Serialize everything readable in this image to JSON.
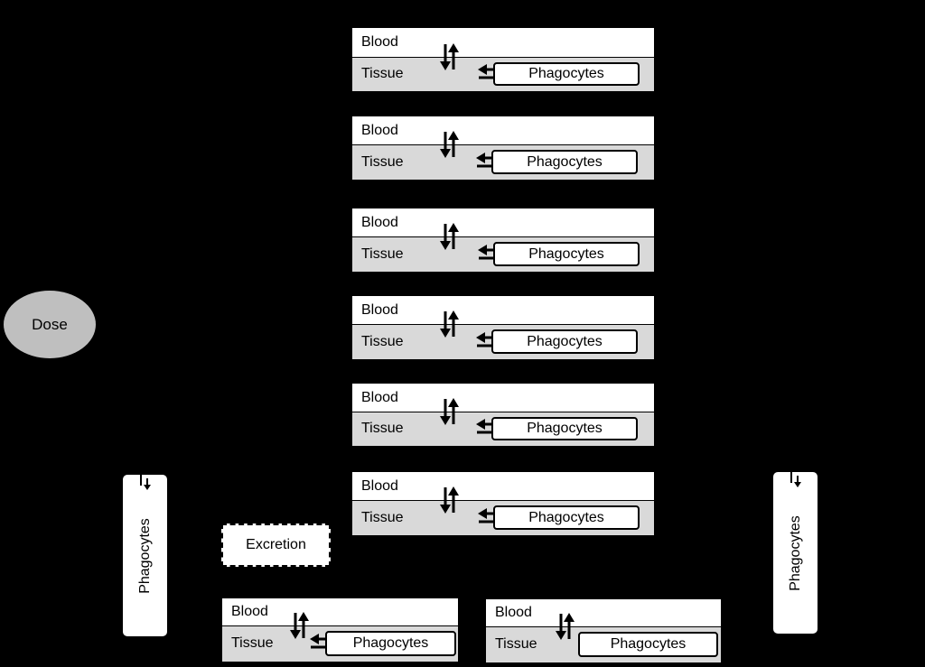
{
  "dose": {
    "label": "Dose"
  },
  "excretion": {
    "label": "Excretion"
  },
  "compartments": [
    {
      "blood": "Blood",
      "tissue": "Tissue",
      "phagocytes": "Phagocytes"
    },
    {
      "blood": "Blood",
      "tissue": "Tissue",
      "phagocytes": "Phagocytes"
    },
    {
      "blood": "Blood",
      "tissue": "Tissue",
      "phagocytes": "Phagocytes"
    },
    {
      "blood": "Blood",
      "tissue": "Tissue",
      "phagocytes": "Phagocytes"
    },
    {
      "blood": "Blood",
      "tissue": "Tissue",
      "phagocytes": "Phagocytes"
    },
    {
      "blood": "Blood",
      "tissue": "Tissue",
      "phagocytes": "Phagocytes"
    },
    {
      "blood": "Blood",
      "tissue": "Tissue",
      "phagocytes": "Phagocytes"
    },
    {
      "blood": "Blood",
      "tissue": "Tissue",
      "phagocytes": "Phagocytes"
    }
  ],
  "side_phagocytes": [
    {
      "label": "Phagocytes"
    },
    {
      "label": "Phagocytes"
    }
  ],
  "colors": {
    "background": "#000000",
    "blood": "#ffffff",
    "tissue": "#d9d9d9",
    "dose": "#bfbfbf"
  }
}
